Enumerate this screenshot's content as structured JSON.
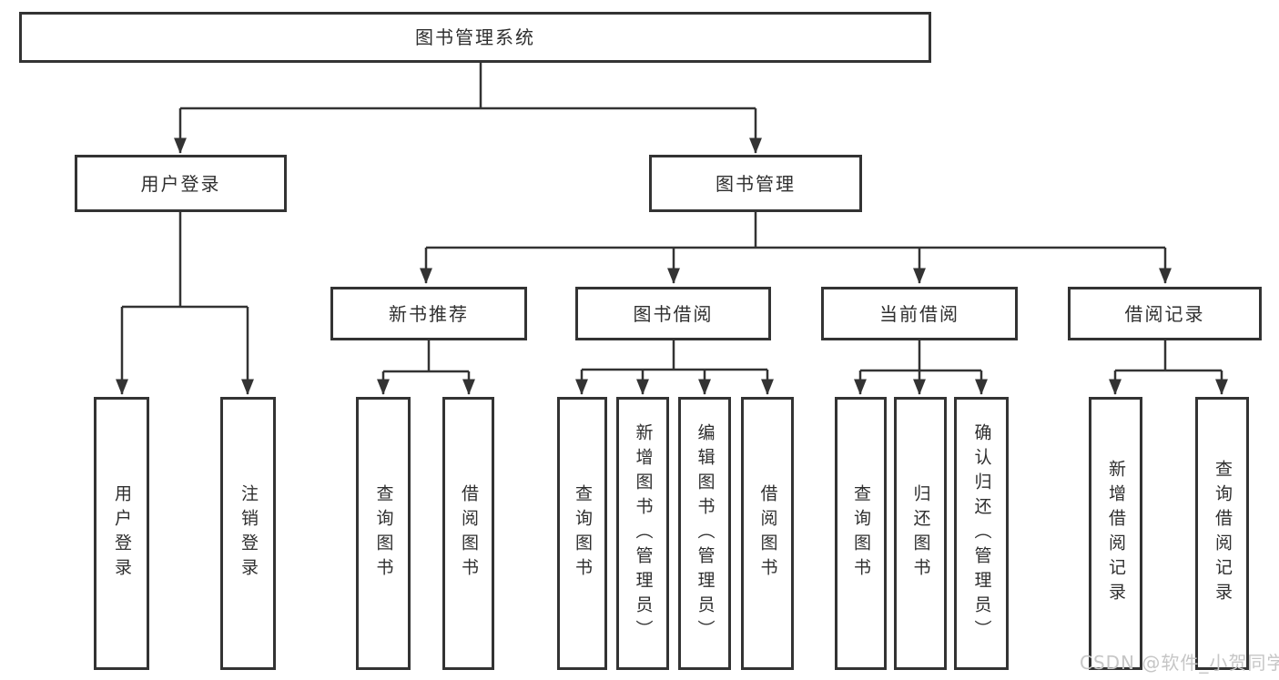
{
  "tree": {
    "root": "图书管理系统",
    "children": [
      {
        "label": "用户登录",
        "children": [
          {
            "label": "用户登录"
          },
          {
            "label": "注销登录"
          }
        ]
      },
      {
        "label": "图书管理",
        "children": [
          {
            "label": "新书推荐",
            "children": [
              {
                "label": "查询图书"
              },
              {
                "label": "借阅图书"
              }
            ]
          },
          {
            "label": "图书借阅",
            "children": [
              {
                "label": "查询图书"
              },
              {
                "label": "新增图书（管理员）"
              },
              {
                "label": "编辑图书（管理员）"
              },
              {
                "label": "借阅图书"
              }
            ]
          },
          {
            "label": "当前借阅",
            "children": [
              {
                "label": "查询图书"
              },
              {
                "label": "归还图书"
              },
              {
                "label": "确认归还（管理员）"
              }
            ]
          },
          {
            "label": "借阅记录",
            "children": [
              {
                "label": "新增借阅记录"
              },
              {
                "label": "查询借阅记录"
              }
            ]
          }
        ]
      }
    ]
  },
  "watermark": {
    "text": "CSDN @软件_小贺同学"
  },
  "colors": {
    "line": "#333333",
    "text": "#2f2f2f",
    "background": "#ffffff",
    "watermark": "#c6c6c6"
  }
}
